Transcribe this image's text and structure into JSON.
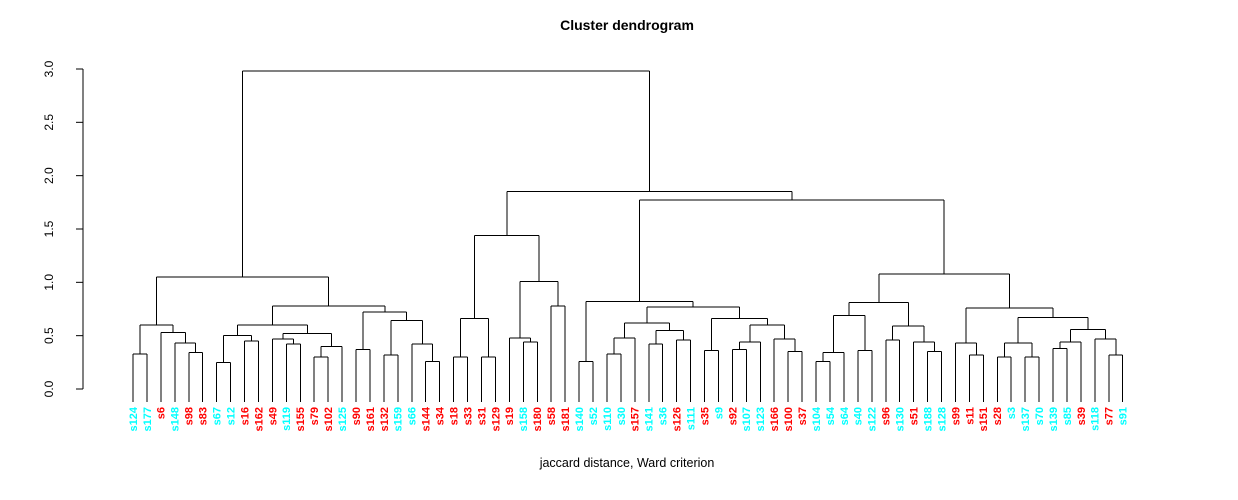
{
  "chart_data": {
    "type": "dendrogram",
    "title": "Cluster dendrogram",
    "xlabel": "jaccard distance, Ward criterion",
    "ylabel": "",
    "ylim": [
      0.0,
      3.0
    ],
    "yticks": [
      "0.0",
      "0.5",
      "1.0",
      "1.5",
      "2.0",
      "2.5",
      "3.0"
    ],
    "ytick_values": [
      0,
      0.5,
      1,
      1.5,
      2,
      2.5,
      3
    ],
    "grid": false,
    "legend_position": "none",
    "root_merge_height": 2.98,
    "cluster_colors": {
      "cyan": "#00ffff",
      "red": "#ff0000"
    },
    "line_color": "#000000",
    "leaves": [
      {
        "label": "s124",
        "color": "cyan"
      },
      {
        "label": "s177",
        "color": "cyan"
      },
      {
        "label": "s6",
        "color": "red"
      },
      {
        "label": "s148",
        "color": "cyan"
      },
      {
        "label": "s98",
        "color": "red"
      },
      {
        "label": "s83",
        "color": "red"
      },
      {
        "label": "s67",
        "color": "cyan"
      },
      {
        "label": "s12",
        "color": "cyan"
      },
      {
        "label": "s16",
        "color": "red"
      },
      {
        "label": "s162",
        "color": "red"
      },
      {
        "label": "s49",
        "color": "red"
      },
      {
        "label": "s119",
        "color": "cyan"
      },
      {
        "label": "s155",
        "color": "red"
      },
      {
        "label": "s79",
        "color": "red"
      },
      {
        "label": "s102",
        "color": "red"
      },
      {
        "label": "s125",
        "color": "cyan"
      },
      {
        "label": "s90",
        "color": "red"
      },
      {
        "label": "s161",
        "color": "red"
      },
      {
        "label": "s132",
        "color": "red"
      },
      {
        "label": "s159",
        "color": "cyan"
      },
      {
        "label": "s66",
        "color": "cyan"
      },
      {
        "label": "s144",
        "color": "red"
      },
      {
        "label": "s34",
        "color": "red"
      },
      {
        "label": "s18",
        "color": "red"
      },
      {
        "label": "s33",
        "color": "red"
      },
      {
        "label": "s31",
        "color": "red"
      },
      {
        "label": "s129",
        "color": "red"
      },
      {
        "label": "s19",
        "color": "red"
      },
      {
        "label": "s158",
        "color": "cyan"
      },
      {
        "label": "s180",
        "color": "red"
      },
      {
        "label": "s58",
        "color": "red"
      },
      {
        "label": "s181",
        "color": "red"
      },
      {
        "label": "s140",
        "color": "cyan"
      },
      {
        "label": "s52",
        "color": "cyan"
      },
      {
        "label": "s110",
        "color": "cyan"
      },
      {
        "label": "s30",
        "color": "cyan"
      },
      {
        "label": "s157",
        "color": "red"
      },
      {
        "label": "s141",
        "color": "cyan"
      },
      {
        "label": "s36",
        "color": "cyan"
      },
      {
        "label": "s126",
        "color": "red"
      },
      {
        "label": "s111",
        "color": "cyan"
      },
      {
        "label": "s35",
        "color": "red"
      },
      {
        "label": "s9",
        "color": "cyan"
      },
      {
        "label": "s92",
        "color": "red"
      },
      {
        "label": "s107",
        "color": "cyan"
      },
      {
        "label": "s123",
        "color": "cyan"
      },
      {
        "label": "s166",
        "color": "red"
      },
      {
        "label": "s100",
        "color": "red"
      },
      {
        "label": "s37",
        "color": "red"
      },
      {
        "label": "s104",
        "color": "cyan"
      },
      {
        "label": "s54",
        "color": "cyan"
      },
      {
        "label": "s64",
        "color": "cyan"
      },
      {
        "label": "s40",
        "color": "cyan"
      },
      {
        "label": "s122",
        "color": "cyan"
      },
      {
        "label": "s96",
        "color": "red"
      },
      {
        "label": "s130",
        "color": "cyan"
      },
      {
        "label": "s51",
        "color": "red"
      },
      {
        "label": "s188",
        "color": "cyan"
      },
      {
        "label": "s128",
        "color": "cyan"
      },
      {
        "label": "s99",
        "color": "red"
      },
      {
        "label": "s11",
        "color": "red"
      },
      {
        "label": "s151",
        "color": "red"
      },
      {
        "label": "s28",
        "color": "red"
      },
      {
        "label": "s3",
        "color": "cyan"
      },
      {
        "label": "s137",
        "color": "cyan"
      },
      {
        "label": "s70",
        "color": "cyan"
      },
      {
        "label": "s139",
        "color": "cyan"
      },
      {
        "label": "s85",
        "color": "cyan"
      },
      {
        "label": "s39",
        "color": "red"
      },
      {
        "label": "s118",
        "color": "cyan"
      },
      {
        "label": "s77",
        "color": "red"
      },
      {
        "label": "s91",
        "color": "cyan"
      }
    ],
    "tree": [
      2.98,
      [
        1.05,
        [
          0.6,
          [
            0.33,
            "s124",
            "s177"
          ],
          [
            0.53,
            "s6",
            [
              0.43,
              "s148",
              [
                0.34,
                "s98",
                "s83"
              ]
            ]
          ]
        ],
        [
          0.78,
          [
            0.6,
            [
              0.5,
              [
                0.25,
                "s67",
                "s12"
              ],
              [
                0.45,
                "s16",
                "s162"
              ]
            ],
            [
              0.52,
              [
                0.47,
                "s49",
                [
                  0.42,
                  "s119",
                  "s155"
                ]
              ],
              [
                0.4,
                [
                  0.3,
                  "s79",
                  "s102"
                ],
                "s125"
              ]
            ]
          ],
          [
            0.72,
            [
              0.37,
              "s90",
              "s161"
            ],
            [
              0.64,
              [
                0.32,
                "s132",
                "s159"
              ],
              [
                0.42,
                "s66",
                [
                  0.26,
                  "s144",
                  "s34"
                ]
              ]
            ]
          ]
        ]
      ],
      [
        1.85,
        [
          1.44,
          [
            0.66,
            [
              0.3,
              "s18",
              "s33"
            ],
            [
              0.3,
              "s31",
              "s129"
            ]
          ],
          [
            1.01,
            [
              0.48,
              "s19",
              [
                0.44,
                "s158",
                "s180"
              ]
            ],
            [
              0.78,
              "s58",
              "s181"
            ]
          ]
        ],
        [
          1.77,
          [
            0.82,
            [
              0.26,
              "s140",
              "s52"
            ],
            [
              0.77,
              [
                0.62,
                [
                  0.48,
                  [
                    0.33,
                    "s110",
                    "s30"
                  ],
                  "s157"
                ],
                [
                  0.55,
                  [
                    0.42,
                    "s141",
                    "s36"
                  ],
                  [
                    0.46,
                    "s126",
                    "s111"
                  ]
                ]
              ],
              [
                0.66,
                [
                  0.36,
                  "s35",
                  "s9"
                ],
                [
                  0.6,
                  [
                    0.44,
                    [
                      0.37,
                      "s92",
                      "s107"
                    ],
                    "s123"
                  ],
                  [
                    0.47,
                    "s166",
                    [
                      0.35,
                      "s100",
                      "s37"
                    ]
                  ]
                ]
              ]
            ]
          ],
          [
            1.08,
            [
              0.81,
              [
                0.69,
                [
                  0.34,
                  [
                    0.26,
                    "s104",
                    "s54"
                  ],
                  "s64"
                ],
                [
                  0.36,
                  "s40",
                  "s122"
                ]
              ],
              [
                0.59,
                [
                  0.46,
                  "s96",
                  "s130"
                ],
                [
                  0.44,
                  "s51",
                  [
                    0.35,
                    "s188",
                    "s128"
                  ]
                ]
              ]
            ],
            [
              0.76,
              [
                0.43,
                "s99",
                [
                  0.32,
                  "s11",
                  "s151"
                ]
              ],
              [
                0.67,
                [
                  0.43,
                  [
                    0.3,
                    "s28",
                    "s3"
                  ],
                  [
                    0.3,
                    "s137",
                    "s70"
                  ]
                ],
                [
                  0.56,
                  [
                    0.44,
                    [
                      0.38,
                      "s139",
                      "s85"
                    ],
                    "s39"
                  ],
                  [
                    0.47,
                    "s118",
                    [
                      0.32,
                      "s77",
                      "s91"
                    ]
                  ]
                ]
              ]
            ]
          ]
        ]
      ]
    ]
  }
}
